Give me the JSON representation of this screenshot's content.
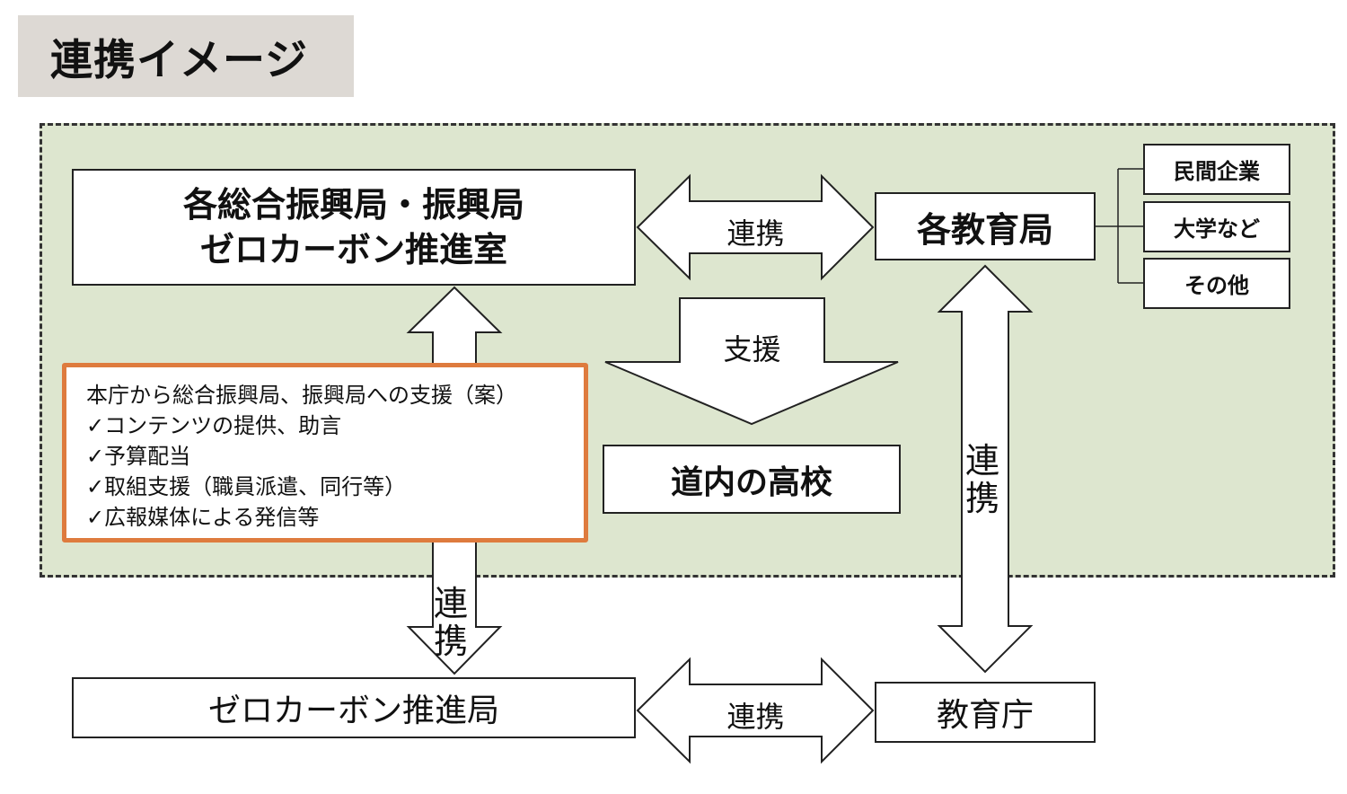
{
  "title": "連携イメージ",
  "nodes": {
    "promotion_bureau": [
      "各総合振興局・振興局",
      "ゼロカーボン推進室"
    ],
    "education_bureau": "各教育局",
    "high_schools": "道内の高校",
    "zero_carbon_bureau": "ゼロカーボン推進局",
    "education_board": "教育庁"
  },
  "side_boxes": [
    "民間企業",
    "大学など",
    "その他"
  ],
  "labels": {
    "top_link": "連携",
    "support": "支援",
    "right_vertical": "連携",
    "left_vertical": "連携",
    "bottom_link": "連携"
  },
  "note": {
    "heading": "本庁から総合振興局、振興局への支援（案）",
    "items": [
      "✓コンテンツの提供、助言",
      "✓予算配当",
      "✓取組支援（職員派遣、同行等）",
      "✓広報媒体による発信等"
    ]
  },
  "colors": {
    "region_fill": "#dde6cf",
    "title_fill": "#ddd9d4",
    "note_border": "#de7b3e"
  }
}
